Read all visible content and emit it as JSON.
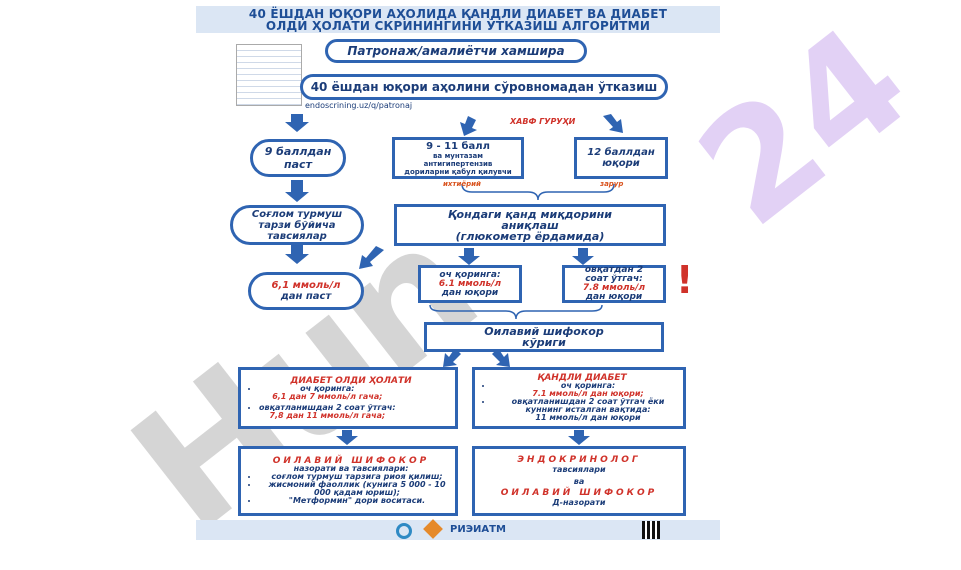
{
  "title_line1": "40 ЁШДАН ЮҚОРИ АҲОЛИДА ҚАНДЛИ ДИАБЕТ ВА ДИАБЕТ",
  "title_line2": "ОЛДИ ҲОЛАТИ СКРИНИНГИНИ ЎТКАЗИШ АЛГОРИТМИ",
  "nurse": "Патронаж/амалиётчи хамшира",
  "survey": "40 ёшдан юқори аҳолини сўровномадан ўтказиш",
  "url": "endoscrining.uz/q/patronaj",
  "risk_group": "ХАВФ ГУРУҲИ",
  "below9": "9 баллдан паст",
  "mid_score_line1": "9 - 11 балл",
  "mid_score_line2": "ва мунтазам антигипертензив дориларни қабул қилувчи",
  "above12": "12 баллдан юқори",
  "optional": "ихтиёрий",
  "mandatory": "зарур",
  "healthy": "Соғлом турмуш тарзи бўйича тавсиялар",
  "glucose_line1": "Қондаги қанд миқдорини аниқлаш",
  "glucose_line2": "(глюкометр ёрдамида)",
  "low_glucose_val": "6,1 ммоль/л",
  "low_glucose_tail": "дан паст",
  "fasting_label": "оч қоринга:",
  "fasting_val": "6.1 ммоль/л",
  "fasting_tail": "дан юқори",
  "after_meal_label": "овқатдан 2 соат ўтгач:",
  "after_meal_val": "7.8 ммоль/л",
  "after_meal_tail": "дан юқори",
  "exclaim": "!",
  "family_doctor": "Оилавий шифокор кўриги",
  "prediabetes_title": "ДИАБЕТ ОЛДИ ҲОЛАТИ",
  "pre_fasting_label": "оч қоринга:",
  "pre_fasting_val": "6,1 дан 7 ммоль/л гача;",
  "pre_meal_label": "овқатланишдан 2 соат ўтгач:",
  "pre_meal_val": "7,8 дан 11 ммоль/л гача;",
  "diabetes_title": "ҚАНДЛИ ДИАБЕТ",
  "dia_fasting_label": "оч қоринга:",
  "dia_fasting_val": "7.1 ммоль/л дан юқори;",
  "dia_meal_label": "овқатланишдан 2 соат ўтгач ёки куннинг исталган вақтида:",
  "dia_meal_val": "11 ммоль/л дан юқори",
  "family_rec_title": "ОИЛАВИЙ ШИФОКОР",
  "family_rec_sub": "назорати ва тавсиялари:",
  "family_rec_items": [
    "соғлом турмуш тарзига риоя қилиш;",
    "жисмоний фаоллик (кунига 5 000 - 10 000 қадам юриш);",
    "\"Метформин\" дори воситаси."
  ],
  "endo_title": "ЭНДОКРИНОЛОГ",
  "endo_sub": "тавсиялари",
  "endo_and": "ва",
  "endo_family": "ОИЛАВИЙ ШИФОКОР",
  "endo_control": "Д-назорати",
  "footer_logo": "РИЭИАТМ",
  "watermark_a": "24",
  "watermark_b": "Hun",
  "colors": {
    "blue": "#2f64b2",
    "red": "#d0322a",
    "title_bg": "#dbe6f4"
  }
}
